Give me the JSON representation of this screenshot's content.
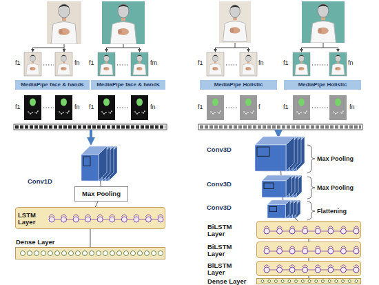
{
  "diagram": {
    "nodes": [
      {
        "text": [
          "MediaPipe face & hands"
        ]
      },
      {
        "text": [
          "MediaPipe face & hands"
        ]
      },
      {
        "text": [
          "MediaPipe Holistic"
        ]
      },
      {
        "text": [
          "MediaPipe Holistic"
        ]
      },
      {
        "text": [
          "Conv1D"
        ]
      },
      {
        "text": [
          "Max Pooling"
        ]
      },
      {
        "text": [
          "LSTM Layer"
        ]
      },
      {
        "text": [
          "Dense Layer"
        ]
      },
      {
        "text": [
          "Conv3D"
        ]
      },
      {
        "text": [
          "Conv3D"
        ]
      },
      {
        "text": [
          "Conv3D"
        ]
      },
      {
        "text": [
          "BiLSTM Layer"
        ]
      },
      {
        "text": [
          "BiLSTM Layer"
        ]
      },
      {
        "text": [
          "BiLSTM Layer"
        ]
      },
      {
        "text": [
          "Dense Layer"
        ]
      }
    ],
    "edges": [
      {
        "from": 4,
        "to": 5,
        "arrow": "none"
      },
      {
        "from": 5,
        "to": 6,
        "arrow": "none"
      },
      {
        "from": 6,
        "to": 7,
        "arrow": "none"
      },
      {
        "from": 8,
        "to": 9,
        "arrow": "none"
      },
      {
        "from": 9,
        "to": 10,
        "arrow": "none"
      },
      {
        "from": 10,
        "to": 11,
        "arrow": "none"
      },
      {
        "from": 11,
        "to": 12,
        "arrow": "none"
      },
      {
        "from": 12,
        "to": 13,
        "arrow": "none"
      },
      {
        "from": 13,
        "to": 14,
        "arrow": "none"
      }
    ],
    "labels": [
      "f1",
      "fn",
      "f1",
      "fm",
      "f1",
      "fn",
      "f1",
      "fn",
      "f1",
      "fn",
      "f1",
      "fn",
      "f1",
      "f",
      "f1",
      "fn",
      "Max Pooling",
      "Max Pooling",
      "Flattening"
    ]
  }
}
